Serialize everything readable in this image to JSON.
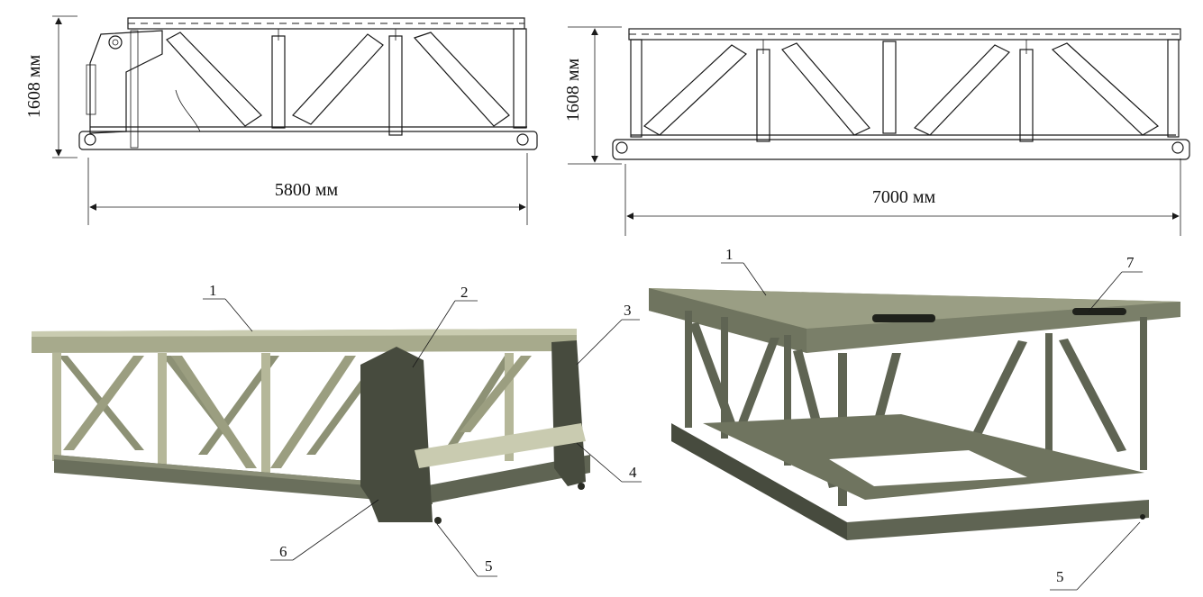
{
  "drawings": {
    "left": {
      "height_label": "1608 мм",
      "width_label": "5800 мм"
    },
    "right": {
      "height_label": "1608 мм",
      "width_label": "7000 мм"
    }
  },
  "renders": {
    "left": {
      "callouts": [
        "1",
        "2",
        "3",
        "4",
        "5",
        "6"
      ]
    },
    "right": {
      "callouts": [
        "1",
        "7",
        "5"
      ]
    }
  },
  "colors": {
    "line": "#1a1a1a",
    "module_light": "#c9cbb0",
    "module_mid": "#a7aa8c",
    "module_dark": "#5f6453",
    "module_darker": "#474b3e"
  }
}
